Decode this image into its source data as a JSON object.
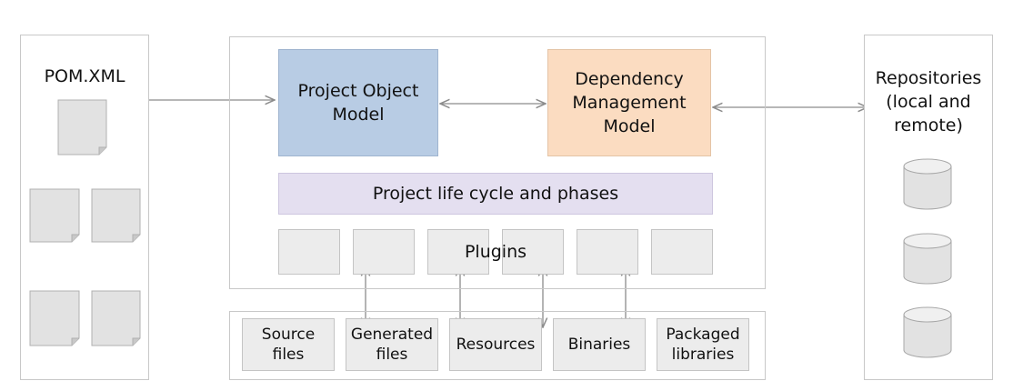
{
  "pom": {
    "title": "POM.XML"
  },
  "core": {
    "pom_model": "Project Object Model",
    "dep_model": "Dependency Management Model",
    "lifecycle": "Project life cycle and phases",
    "plugins": "Plugins"
  },
  "repositories": {
    "title": "Repositories (local and remote)"
  },
  "artifacts": [
    {
      "label": "Source files"
    },
    {
      "label": "Generated files"
    },
    {
      "label": "Resources"
    },
    {
      "label": "Binaries"
    },
    {
      "label": "Packaged libraries"
    }
  ],
  "colors": {
    "pom_model_fill": "#b8cce4",
    "dep_model_fill": "#fbdcc1",
    "lifecycle_fill": "#e4dff0",
    "box_fill": "#ececec",
    "doc_fill": "#e2e2e2",
    "line": "#8c8c8c"
  }
}
